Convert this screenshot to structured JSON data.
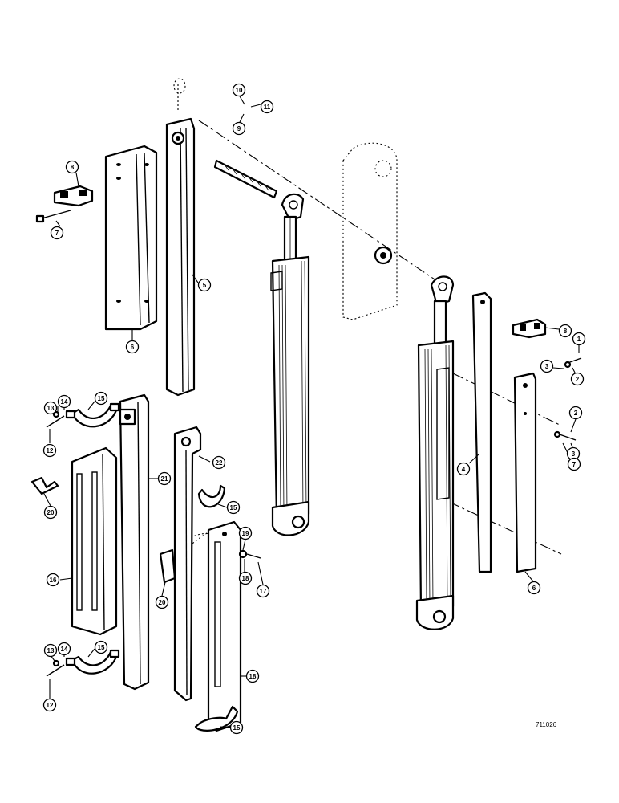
{
  "drawing_number": "711026",
  "callouts": [
    {
      "id": "c10a",
      "label": "10"
    },
    {
      "id": "c11a",
      "label": "11"
    },
    {
      "id": "c9a",
      "label": "9"
    },
    {
      "id": "c8a",
      "label": "8"
    },
    {
      "id": "c7a",
      "label": "7"
    },
    {
      "id": "c5",
      "label": "5"
    },
    {
      "id": "c6a",
      "label": "6"
    },
    {
      "id": "c8b",
      "label": "8"
    },
    {
      "id": "c1",
      "label": "1"
    },
    {
      "id": "c3a",
      "label": "3"
    },
    {
      "id": "c2a",
      "label": "2"
    },
    {
      "id": "c2b",
      "label": "2"
    },
    {
      "id": "c3b",
      "label": "3"
    },
    {
      "id": "c7b",
      "label": "7"
    },
    {
      "id": "c4",
      "label": "4"
    },
    {
      "id": "c6b",
      "label": "6"
    },
    {
      "id": "c13a",
      "label": "13"
    },
    {
      "id": "c14a",
      "label": "14"
    },
    {
      "id": "c15a",
      "label": "15"
    },
    {
      "id": "c12a",
      "label": "12"
    },
    {
      "id": "c20a",
      "label": "20"
    },
    {
      "id": "c16a",
      "label": "16"
    },
    {
      "id": "c21",
      "label": "21"
    },
    {
      "id": "c22",
      "label": "22"
    },
    {
      "id": "c15b",
      "label": "15"
    },
    {
      "id": "c19",
      "label": "19"
    },
    {
      "id": "c18a",
      "label": "18"
    },
    {
      "id": "c17",
      "label": "17"
    },
    {
      "id": "c20b",
      "label": "20"
    },
    {
      "id": "c13b",
      "label": "13"
    },
    {
      "id": "c14b",
      "label": "14"
    },
    {
      "id": "c15c",
      "label": "15"
    },
    {
      "id": "c12b",
      "label": "12"
    },
    {
      "id": "c18b",
      "label": "18"
    },
    {
      "id": "c15d",
      "label": "15"
    }
  ]
}
